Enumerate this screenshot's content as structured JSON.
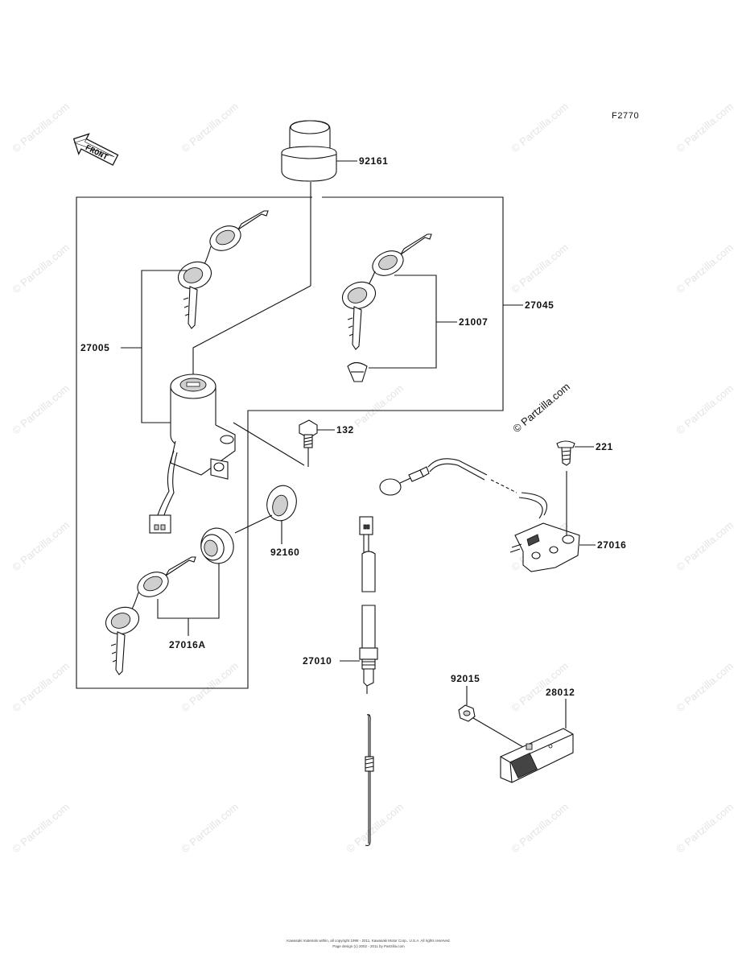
{
  "figure_code": "F2770",
  "front_label": "FRONT",
  "watermark_text": "© Partzilla.com",
  "parts": {
    "p92161": "92161",
    "p27005": "27005",
    "p21007": "21007",
    "p27045": "27045",
    "p132": "132",
    "p221": "221",
    "p92160": "92160",
    "p27016": "27016",
    "p27016A": "27016A",
    "p27010": "27010",
    "p92015": "92015",
    "p28012": "28012"
  },
  "footer": {
    "line1": "Kawasaki materials within, all copyright 1998 - 2011, Kawasaki Motor Corp., U.S.A. All rights reserved.",
    "line2": "Page design (c) 2002 - 2011 by Partzilla.com"
  }
}
